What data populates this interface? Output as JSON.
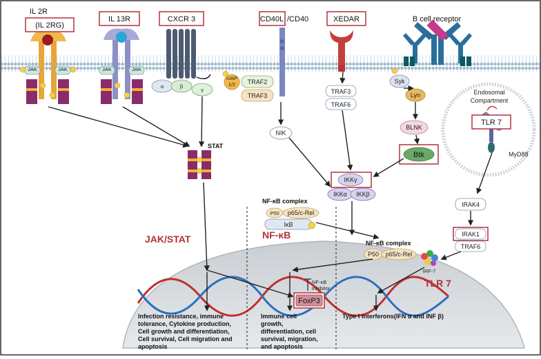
{
  "receptors": {
    "il2r": "IL 2R",
    "il2rg": "(IL 2RG)",
    "il13r": "IL 13R",
    "cxcr3": "CXCR 3",
    "cd40l": "CD40L",
    "cd40": "/CD40",
    "xedar": "XEDAR",
    "bcr": "B cell receptor"
  },
  "il2r": {
    "jak": "JAK"
  },
  "il13r": {
    "jak": "JAK"
  },
  "cxcr3": {
    "alpha": "α",
    "beta": "β",
    "gamma": "γ"
  },
  "cd40": {
    "ciap_1": "cIAP",
    "ciap_2": "1/2",
    "traf2": "TRAF2",
    "traf3": "TRAF3"
  },
  "xedar": {
    "traf3": "TRAF3",
    "traf6": "TRAF6"
  },
  "bcr": {
    "syk": "Syk",
    "lyn": "Lyn",
    "blnk": "BLNK",
    "btk": "Btk"
  },
  "tlr7": {
    "compartment_1": "Endosomal",
    "compartment_2": "Compartment",
    "title": "TLR 7",
    "myd88": "MyD88",
    "irak4": "IRAK4",
    "irak1": "IRAK1",
    "traf6": "TRAF6",
    "irf7": "IRF-7"
  },
  "jak_stat": {
    "stat": "STAT"
  },
  "nfkb": {
    "nik": "NIK",
    "ikkg": "IKKγ",
    "ikka": "IKKα",
    "ikkb": "IKKβ",
    "complex_title": "NF-κB complex",
    "p50": "P50",
    "p50_caps": "P50",
    "p65": "p65/c-Rel",
    "ikb": "IκB",
    "foxp3": "FoxP3",
    "inhibitor_1": "NF-κB",
    "inhibitor_2": "inhibitor"
  },
  "sections": {
    "jak_stat": "JAK/STAT",
    "nfkb": "NF-κB",
    "tlr7": "TLR 7"
  },
  "outcomes": {
    "jak_stat": [
      "Infection resistance, immune",
      "tolerance, Cytokine production,",
      "Cell growth and differentiation,",
      "Cell survival, Cell migration and",
      "apoptosis"
    ],
    "nfkb": [
      "Immune cell",
      "growth,",
      "differentiation, cell",
      "survival, migration,",
      "and apoptosis"
    ],
    "tlr7": "Type I Interferons(IFN α and INF β)"
  },
  "colors": {
    "highlight_box": "#b0323a",
    "section_label": "#b0323a",
    "jak_stat_protein": "#8a2b6b",
    "phospho": "#f4d33c",
    "dna_red": "#c0302f",
    "dna_blue": "#2b6fc0"
  }
}
